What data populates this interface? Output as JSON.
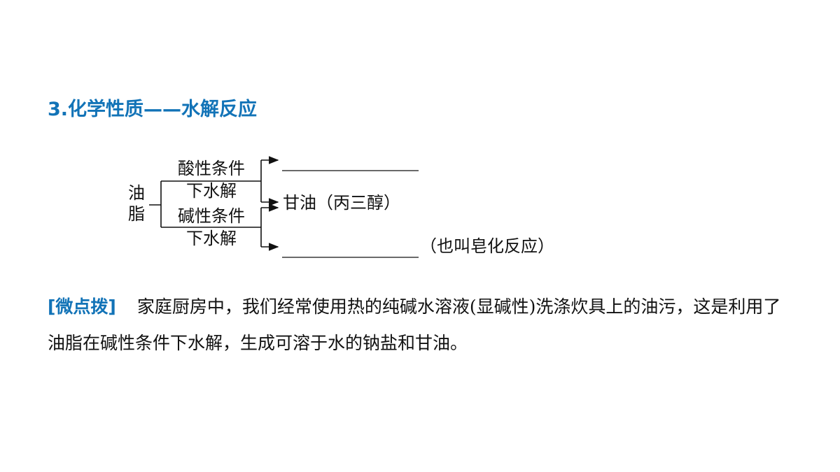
{
  "title": "3.化学性质——水解反应",
  "diagram": {
    "subject": "油脂",
    "acid_condition_line1": "酸性条件",
    "acid_condition_line2": "下水解",
    "base_condition_line1": "碱性条件",
    "base_condition_line2": "下水解",
    "product_common": "甘油（丙三醇）",
    "saponification_note": "（也叫皂化反应）"
  },
  "tip": {
    "tag": "[微点拨]",
    "text": "家庭厨房中，我们经常使用热的纯碱水溶液(显碱性)洗涤炊具上的油污，这是利用了油脂在碱性条件下水解，生成可溶于水的钠盐和甘油。"
  },
  "colors": {
    "accent": "#1273b7",
    "text": "#111111"
  }
}
